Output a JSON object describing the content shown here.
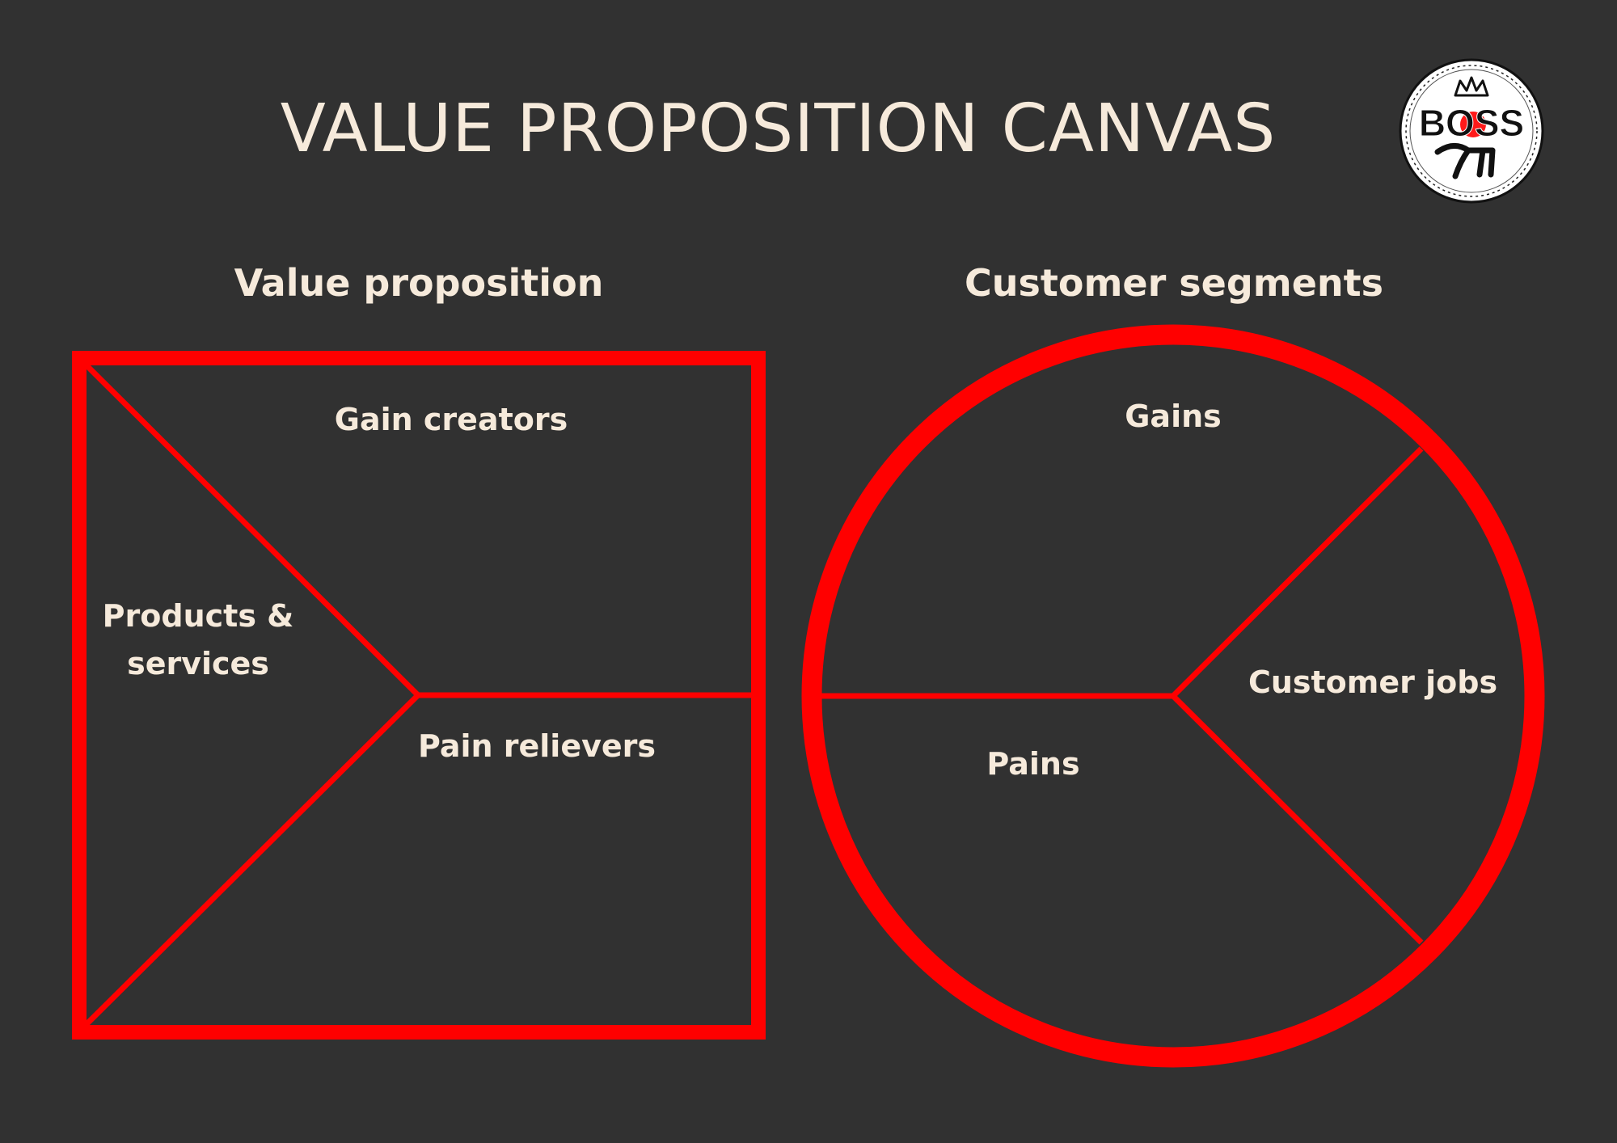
{
  "title": "VALUE PROPOSITION CANVAS",
  "value_proposition": {
    "heading": "Value proposition",
    "gain_creators": "Gain creators",
    "products_services_line1": "Products &",
    "products_services_line2": "services",
    "pain_relievers": "Pain relievers"
  },
  "customer_segments": {
    "heading": "Customer segments",
    "gains": "Gains",
    "customer_jobs": "Customer jobs",
    "pains": "Pains"
  },
  "logo": {
    "wordmark": "BOSS"
  },
  "colors": {
    "background": "#313131",
    "accent": "#ff0000",
    "text": "#f6eadb"
  }
}
